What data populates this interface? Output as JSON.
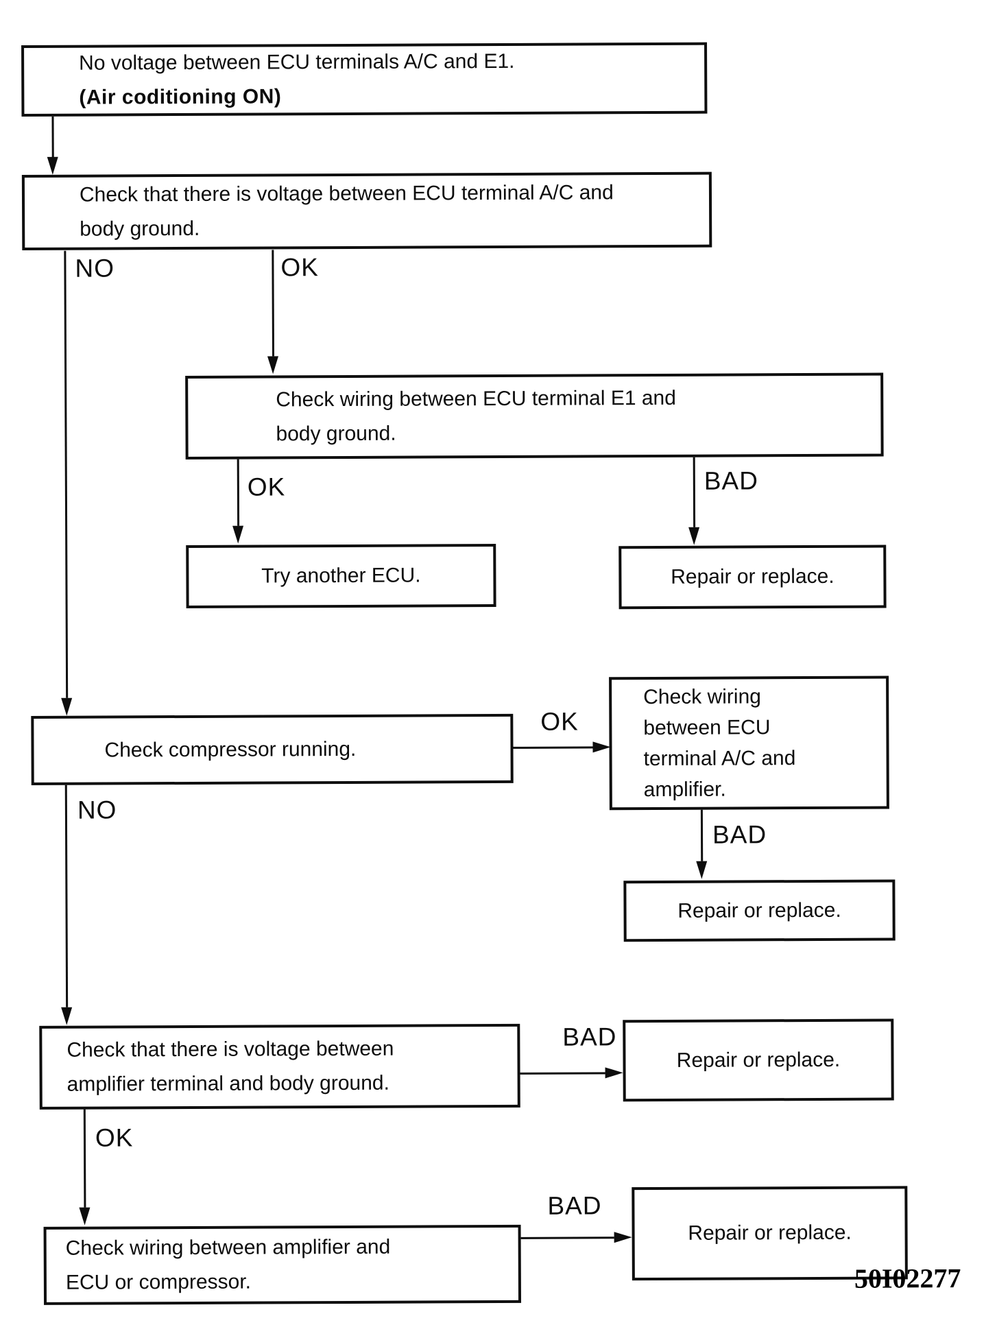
{
  "figure": {
    "code": "50I02277"
  },
  "labels": {
    "no": "NO",
    "ok": "OK",
    "bad": "BAD"
  },
  "boxes": {
    "start": {
      "lines": [
        "No voltage between ECU terminals A/C and E1.",
        "(Air coditioning ON)"
      ]
    },
    "check_voltage_ecu_ac": {
      "lines": [
        "Check that there is voltage between ECU terminal A/C and",
        "body ground."
      ]
    },
    "check_wiring_e1": {
      "lines": [
        "Check wiring between ECU terminal E1 and",
        "body ground."
      ]
    },
    "try_another_ecu": {
      "lines": [
        "Try another ECU."
      ]
    },
    "repair_1": {
      "lines": [
        "Repair or replace."
      ]
    },
    "check_compressor": {
      "lines": [
        "Check compressor running."
      ]
    },
    "check_wiring_ac_amp": {
      "lines": [
        "Check wiring",
        "between ECU",
        "terminal A/C and",
        "amplifier."
      ]
    },
    "repair_2": {
      "lines": [
        "Repair or replace."
      ]
    },
    "check_voltage_amp": {
      "lines": [
        "Check that there is voltage between",
        "amplifier terminal and body ground."
      ]
    },
    "repair_3": {
      "lines": [
        "Repair or replace."
      ]
    },
    "check_wiring_amp_ecu": {
      "lines": [
        "Check wiring between amplifier and",
        "ECU or compressor."
      ]
    },
    "repair_4": {
      "lines": [
        "Repair or replace."
      ]
    }
  }
}
